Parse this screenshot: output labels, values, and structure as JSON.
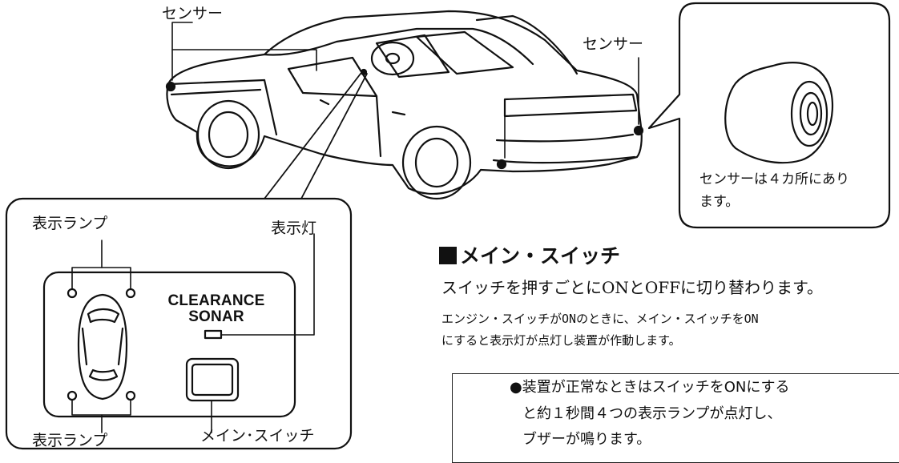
{
  "figure": {
    "sensor_label_left": "センサー",
    "sensor_label_right": "センサー",
    "callout_text_line1": "センサーは４カ所にあり",
    "callout_text_line2": "ます。",
    "panel": {
      "lamp_label_top": "表示ランプ",
      "lamp_label_bottom": "表示ランプ",
      "indicator_label": "表示灯",
      "sonar_line1": "CLEARANCE",
      "sonar_line2": "SONAR",
      "switch_label": "メイン･スイッチ"
    }
  },
  "section": {
    "heading": "メイン・スイッチ",
    "line1": "スイッチを押すごとにONとOFFに切り替わります。",
    "line2": "エンジン・スイッチがONのときに、メイン・スイッチをON",
    "line3": "にすると表示灯が点灯し装置が作動します。"
  },
  "note": {
    "line1": "●装置が正常なときはスイッチをONにする",
    "line2": "と約１秒間４つの表示ランプが点灯し、",
    "line3": "ブザーが鳴ります。"
  }
}
